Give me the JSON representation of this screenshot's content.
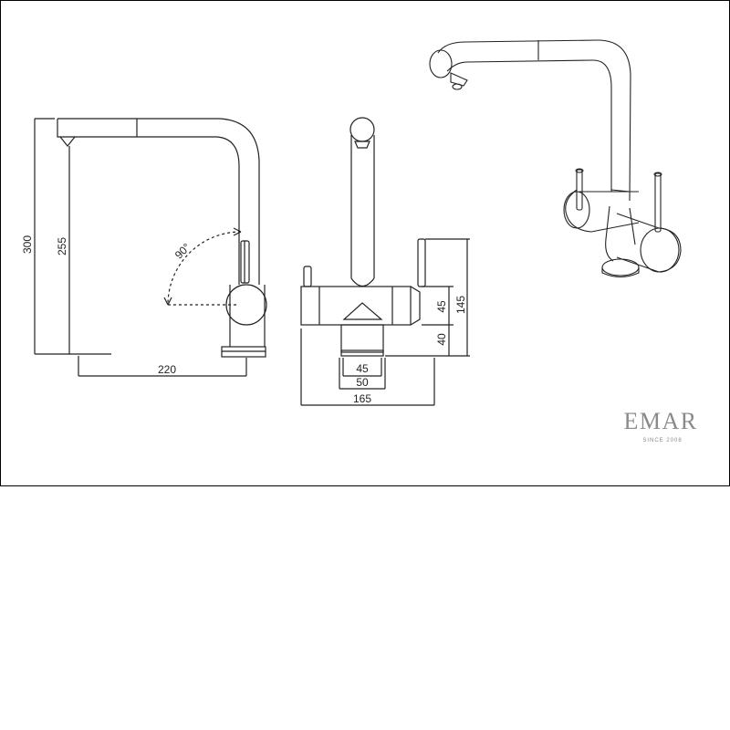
{
  "dimensions": {
    "side_total_height": "300",
    "side_spout_height": "255",
    "side_reach": "220",
    "rotation_angle": "90°",
    "front_body_height": "45",
    "front_base_height": "40",
    "front_total_height": "145",
    "front_inner_width": "45",
    "front_base_width": "50",
    "front_total_width": "165"
  },
  "brand": {
    "name": "EMAR",
    "tagline": "SINCE 2008"
  },
  "colors": {
    "line": "#222222",
    "frame": "#000000",
    "logo": "#8a8a8a"
  }
}
